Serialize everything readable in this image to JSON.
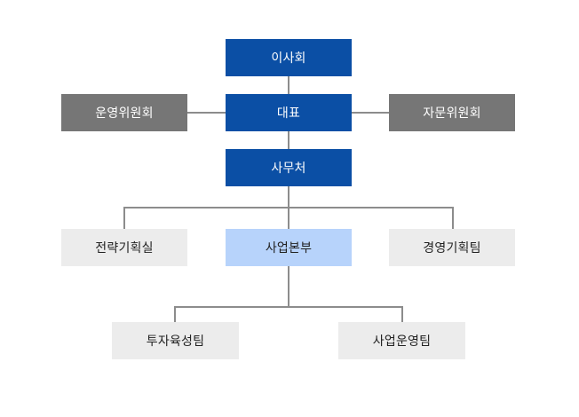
{
  "org": {
    "board": "이사회",
    "ceo": "대표",
    "left_committee": "운영위원회",
    "right_committee": "자문위원회",
    "secretariat": "사무처",
    "strategy": "전략기획실",
    "business": "사업본부",
    "management": "경영기획팀",
    "investment": "투자육성팀",
    "operations": "사업운영팀"
  },
  "colors": {
    "primary": "#0b4fa5",
    "committee": "#767676",
    "light": "#ececec",
    "highlight": "#b7d3fb",
    "line": "#8c8c8c"
  }
}
